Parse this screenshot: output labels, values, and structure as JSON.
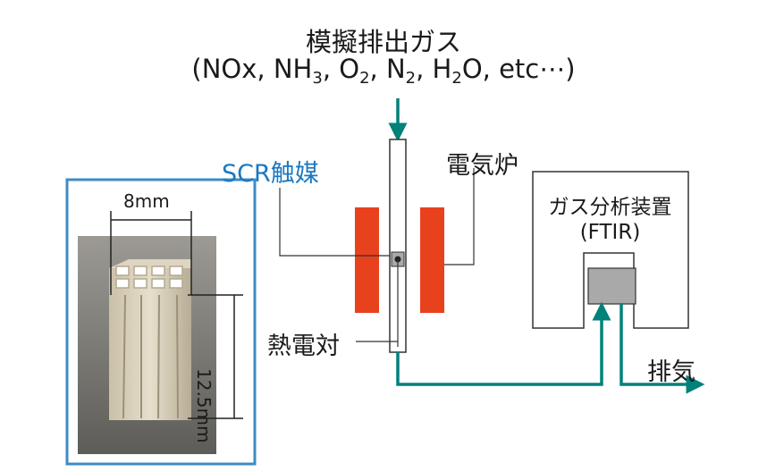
{
  "title": "模擬排出ガス",
  "formula": {
    "open": "(NOx, NH",
    "s1": "3",
    "p1": ", O",
    "s2": "2",
    "p2": ", N",
    "s3": "2",
    "p3": ", H",
    "s4": "2",
    "close": "O, etc⋯)"
  },
  "labels": {
    "scr_catalyst": "SCR触媒",
    "electric_furnace": "電気炉",
    "thermocouple": "熱電対",
    "exhaust": "排気",
    "analyzer": "ガス分析装置",
    "analyzer_model": "(FTIR)",
    "width_dim": "8mm",
    "height_dim": "12.5mm"
  },
  "colors": {
    "flow": "#00817a",
    "heater": "#e8411d",
    "photo_border": "#3d8cc4",
    "scr_text": "#1a78c2",
    "sensor": "#a9a9a9"
  }
}
